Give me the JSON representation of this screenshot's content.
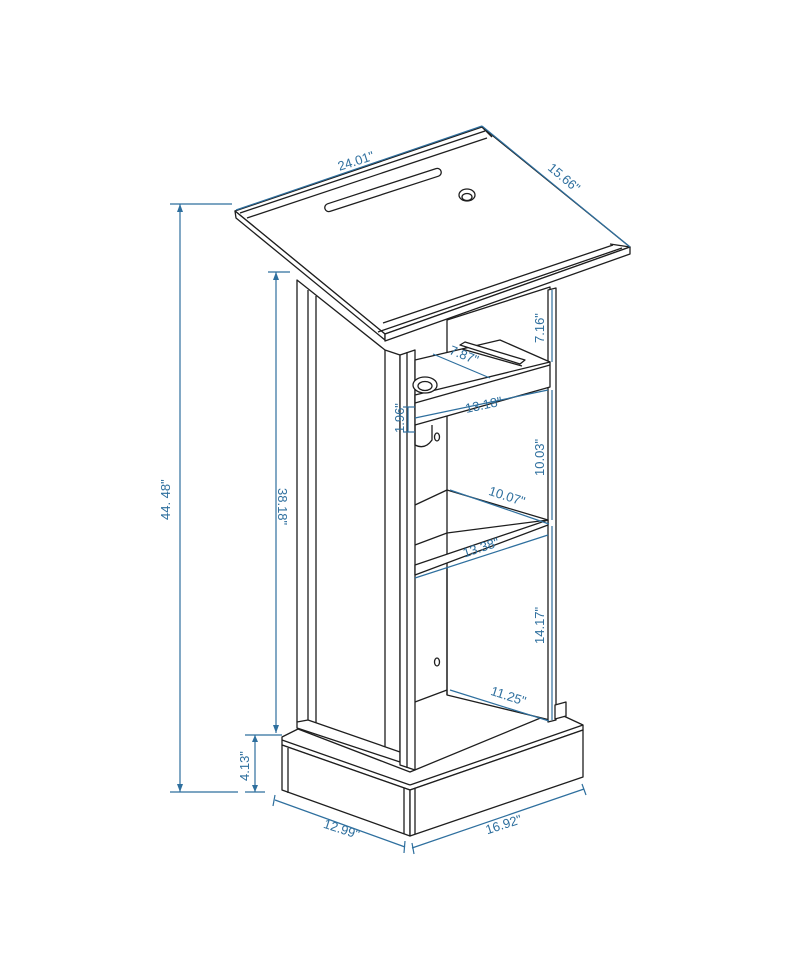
{
  "diagram": {
    "subject": "lectern-podium-dimension-drawing",
    "colors": {
      "outline": "#1e1e1e",
      "dimension": "#2e6f9e",
      "background": "#ffffff"
    },
    "dimensions": {
      "top_width": "24.01\"",
      "top_depth": "15.66\"",
      "overall_height": "44. 48\"",
      "body_height": "38.18\"",
      "base_height": "4.13\"",
      "top_to_drawer": "7.16\"",
      "drawer_depth": "7.87\"",
      "drawer_width": "13.18\"",
      "drawer_height": "1.96\"",
      "upper_shelf_gap": "10.03\"",
      "upper_shelf_depth": "10.07\"",
      "shelf_width": "13.38\"",
      "lower_shelf_gap": "14.17\"",
      "bottom_depth": "11.25\"",
      "base_depth": "12.99\"",
      "base_width": "16.92\""
    }
  }
}
